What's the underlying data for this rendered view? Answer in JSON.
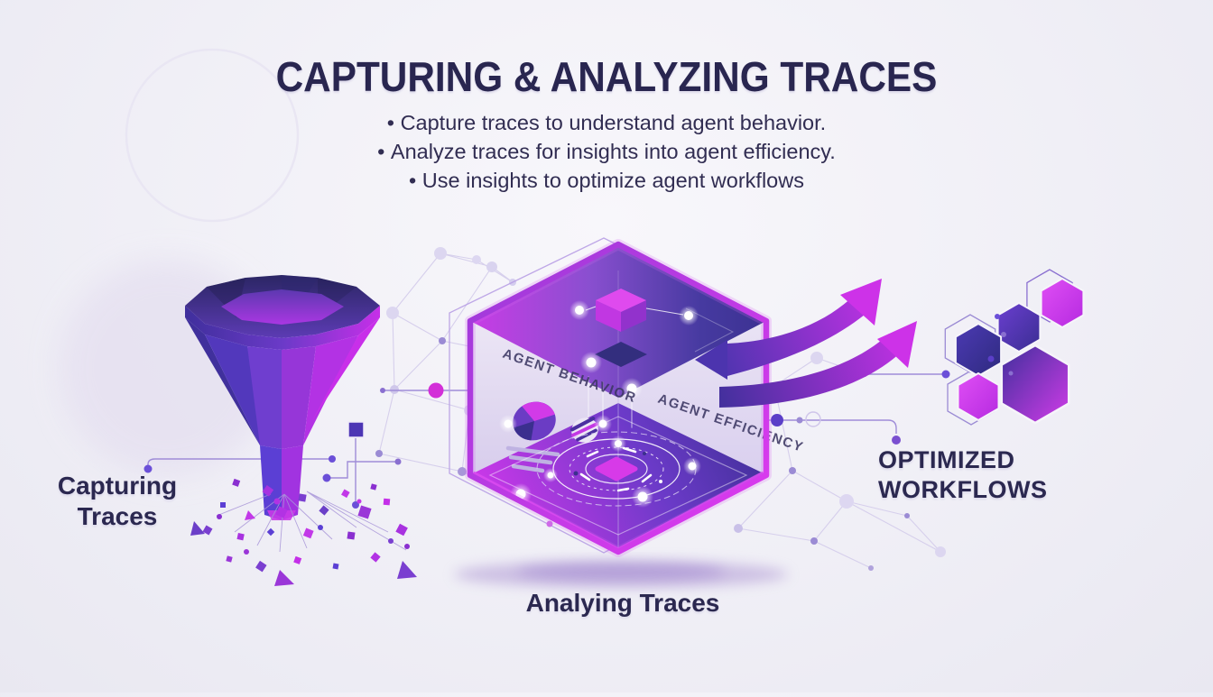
{
  "title": "CAPTURING & ANALYZING TRACES",
  "bullets": [
    "Capture traces to understand agent behavior.",
    "Analyze traces for insights into agent efficiency.",
    "Use insights to optimize agent workflows"
  ],
  "labels": {
    "capturing_line1": "Capturing",
    "capturing_line2": "Traces",
    "analyzing": "Analying Traces",
    "optimized_line1": "OPTIMIZED",
    "optimized_line2": "WORKFLOWS"
  },
  "cube": {
    "left_wall_text": "AGENT BEHAVIOR",
    "right_wall_text": "AGENT EFFICIENCY"
  },
  "colors": {
    "background": "#f0eff6",
    "heading_text": "#292650",
    "body_text": "#312d52",
    "bright_magenta": "#cc30e6",
    "violet": "#7a3fd0",
    "indigo": "#45309e",
    "dark_navy": "#2b2664",
    "circuit_line": "#9f8cd8"
  }
}
